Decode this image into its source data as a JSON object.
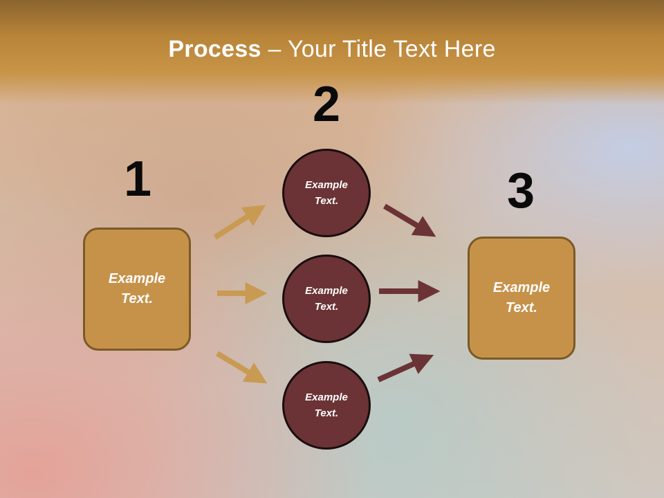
{
  "slide": {
    "title_bold": "Process",
    "title_sep": " – ",
    "title_rest": "Your Title Text Here"
  },
  "steps": [
    {
      "number": "1",
      "text": "Example Text."
    },
    {
      "number": "2",
      "text": "Example Text."
    },
    {
      "number": "3",
      "text": "Example Text."
    }
  ],
  "circles": [
    {
      "text": "Example Text."
    },
    {
      "text": "Example Text."
    },
    {
      "text": "Example Text."
    }
  ],
  "colors": {
    "header": "#b88438",
    "box_fill": "#c6924a",
    "circle_fill": "#6b3335",
    "arrow_tan": "#c99a52",
    "arrow_maroon": "#6b3335"
  }
}
